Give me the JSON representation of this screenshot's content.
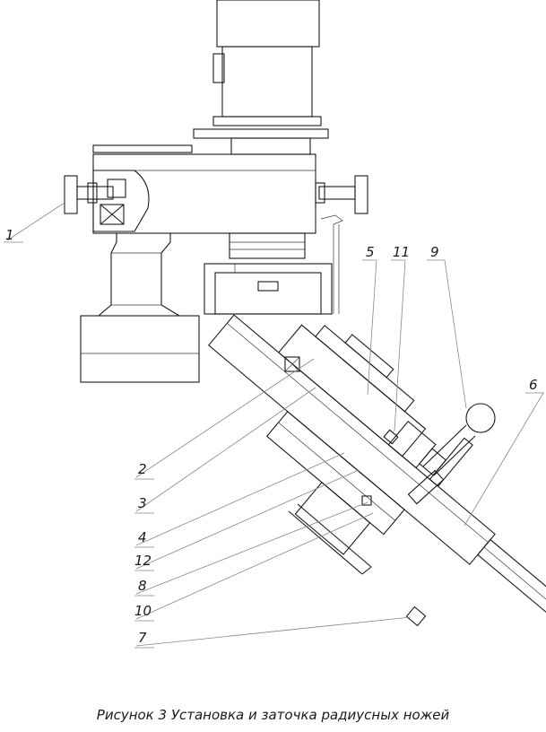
{
  "caption": "Рисунок 3 Установка и заточка радиусных ножей",
  "labels": {
    "l1": "1",
    "l2": "2",
    "l3": "3",
    "l4": "4",
    "l5": "5",
    "l6": "6",
    "l7": "7",
    "l8": "8",
    "l9": "9",
    "l10": "10",
    "l11": "11",
    "l12": "12"
  }
}
